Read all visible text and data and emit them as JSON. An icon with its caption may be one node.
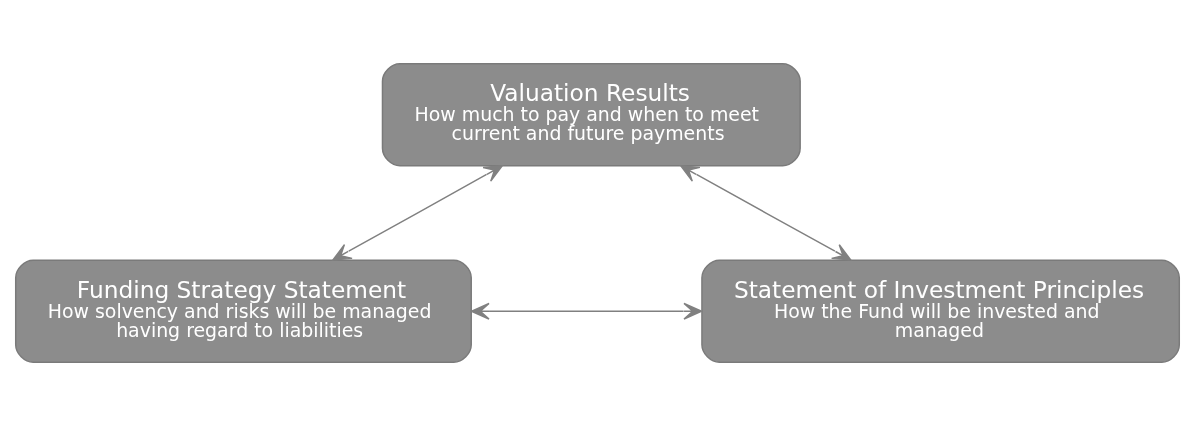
{
  "diagram": {
    "nodes": [
      {
        "text": [
          "Valuation Results",
          "How much to pay and when to meet current and future payments"
        ]
      },
      {
        "text": [
          "Funding Strategy Statement",
          "How solvency and risks will be managed having regard to liabilities"
        ]
      },
      {
        "text": [
          "Statement of Investment Principles",
          "How the Fund will be invested and managed"
        ]
      }
    ],
    "edges": [
      {
        "from": 0,
        "to": 1,
        "arrow": "both"
      },
      {
        "from": 0,
        "to": 2,
        "arrow": "both"
      },
      {
        "from": 1,
        "to": 2,
        "arrow": "both"
      }
    ]
  }
}
